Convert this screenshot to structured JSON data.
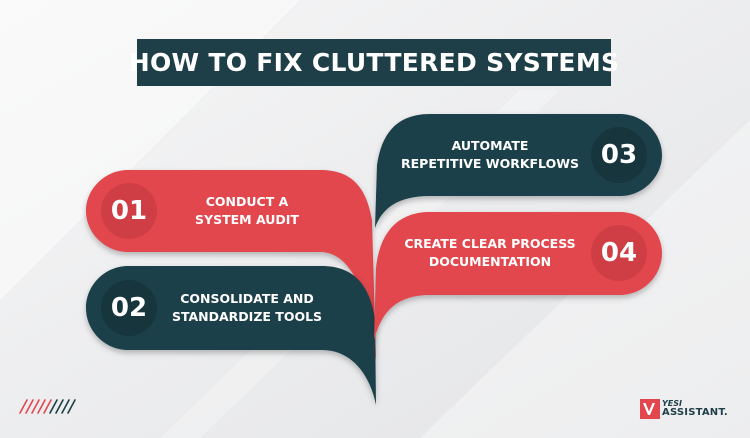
{
  "title": "HOW TO FIX CLUTTERED SYSTEMS",
  "steps": [
    {
      "number": "01",
      "line1": "CONDUCT A",
      "line2": "SYSTEM AUDIT",
      "color": "#e1474d"
    },
    {
      "number": "02",
      "line1": "CONSOLIDATE AND",
      "line2": "STANDARDIZE TOOLS",
      "color": "#1f3f48"
    },
    {
      "number": "03",
      "line1": "AUTOMATE",
      "line2": "REPETITIVE WORKFLOWS",
      "color": "#1f3f48"
    },
    {
      "number": "04",
      "line1": "CREATE CLEAR PROCESS",
      "line2": "DOCUMENTATION",
      "color": "#e1474d"
    }
  ],
  "brand": {
    "top": "YESI",
    "bottom": "ASSISTANT.",
    "accent": "#e1474d"
  },
  "colors": {
    "navy": "#1f3f48",
    "red": "#e1474d",
    "background": "#eeeff1"
  }
}
